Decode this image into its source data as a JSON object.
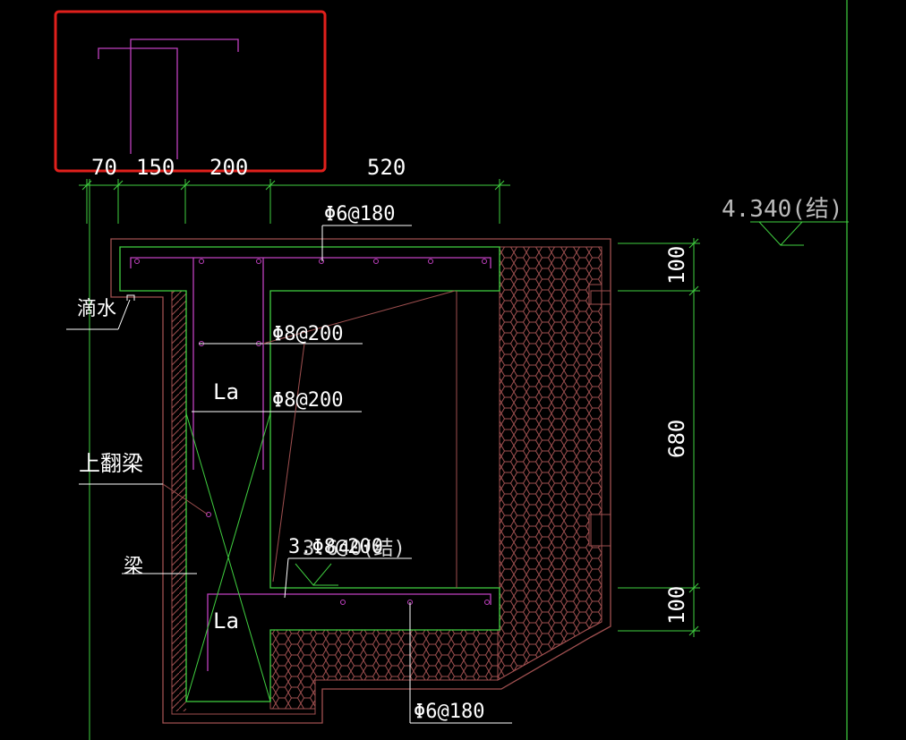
{
  "labels": {
    "rebar_top": "Φ6@180",
    "rebar_mid1": "Φ8@200",
    "rebar_mid2": "Φ8@200",
    "rebar_bottom": "Φ6@180",
    "overlap_text_a": "3.Φ8@200",
    "overlap_text_b": "3.640(结)",
    "la_top": "La",
    "la_bottom": "La",
    "drip": "滴水",
    "upturn_beam": "上翻梁",
    "beam": "梁",
    "elevation": "4.340(结)"
  },
  "dimensions": {
    "top": [
      "70",
      "150",
      "200",
      "520"
    ],
    "right": [
      "100",
      "680",
      "100"
    ]
  },
  "colors": {
    "background": "#000000",
    "highlight_box": "#e0201c",
    "rebar": "#c040c0",
    "outline": "#40d040",
    "concrete_fill": "#a05050",
    "text": "#ffffff"
  }
}
